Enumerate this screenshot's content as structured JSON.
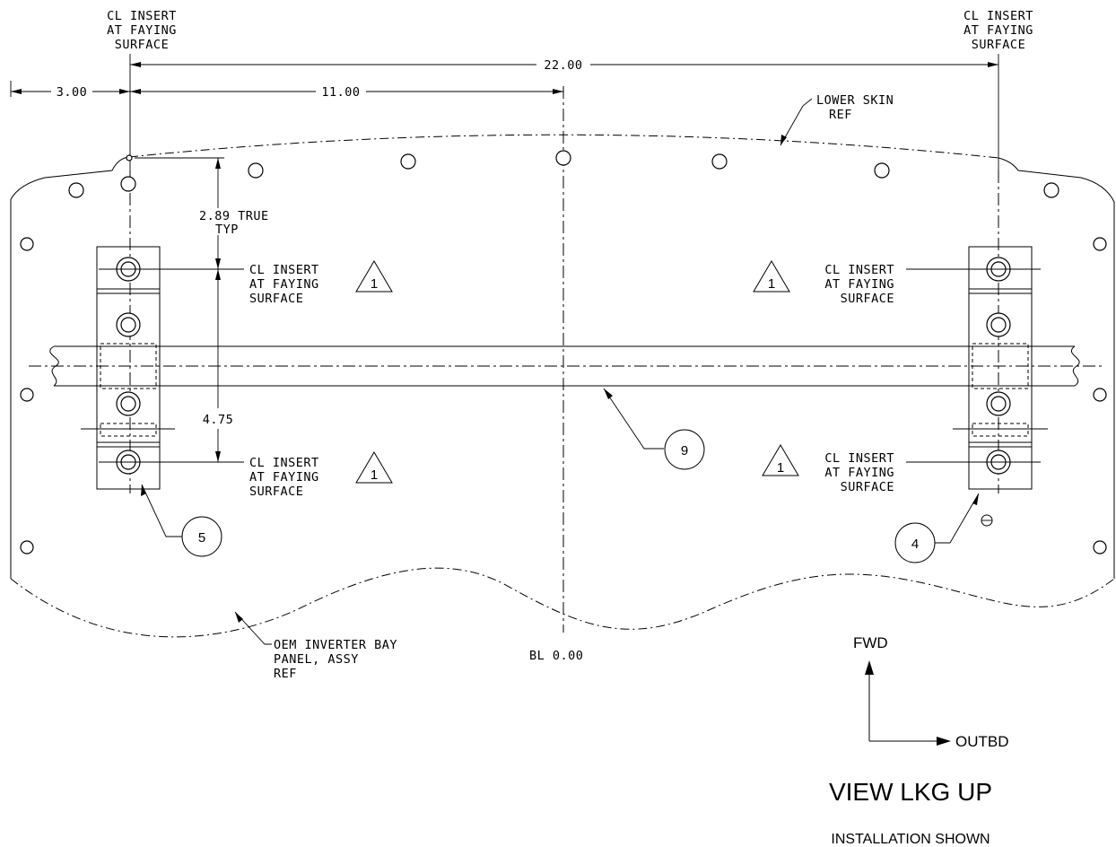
{
  "labels": {
    "cl_insert": "CL INSERT",
    "at_faying": "AT FAYING",
    "surface": "SURFACE",
    "lower_skin_line1": "LOWER SKIN",
    "lower_skin_line2": "REF",
    "oem_line1": "OEM INVERTER BAY",
    "oem_line2": "PANEL, ASSY",
    "oem_line3": "REF",
    "bl": "BL 0.00",
    "true_typ_line1": "2.89 TRUE",
    "true_typ_line2": "TYP"
  },
  "dimensions": {
    "span": "22.00",
    "half_span": "11.00",
    "edge_offset": "3.00",
    "insert_spacing": "4.75"
  },
  "notes": {
    "flag_number": "1"
  },
  "balloons": {
    "left_clip": "5",
    "right_clip": "4",
    "rod": "9"
  },
  "orientation": {
    "fwd": "FWD",
    "outbd": "OUTBD"
  },
  "title": {
    "view": "VIEW LKG UP",
    "subtitle": "INSTALLATION SHOWN"
  }
}
